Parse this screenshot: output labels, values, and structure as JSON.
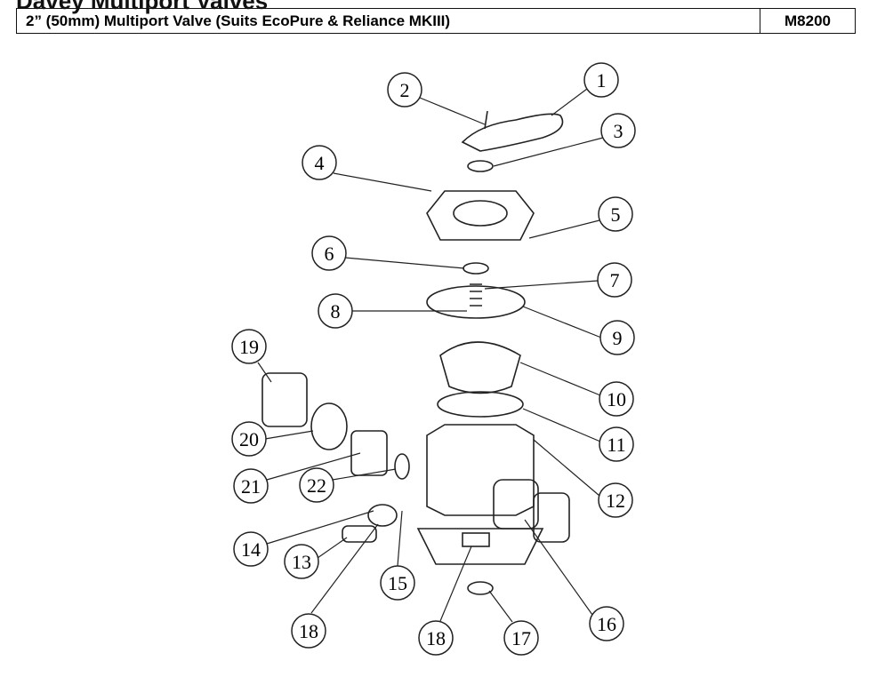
{
  "document": {
    "title": "Davey Multiport Valves"
  },
  "part_row": {
    "description": "2” (50mm) Multiport Valve (Suits EcoPure & Reliance MKIII)",
    "code": "M8200"
  },
  "diagram": {
    "callouts": [
      "1",
      "2",
      "3",
      "4",
      "5",
      "6",
      "7",
      "8",
      "9",
      "10",
      "11",
      "12",
      "13",
      "14",
      "15",
      "16",
      "17",
      "18",
      "18",
      "19",
      "20",
      "21",
      "22"
    ]
  }
}
